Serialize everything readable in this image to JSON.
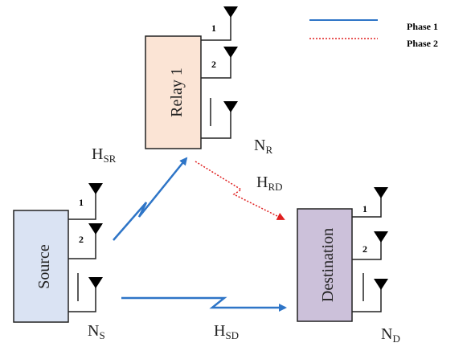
{
  "legend": {
    "phase1": {
      "label": "Phase 1",
      "color": "#2e75c7",
      "style": "solid"
    },
    "phase2": {
      "label": "Phase 2",
      "color": "#e02020",
      "style": "dotted"
    }
  },
  "nodes": {
    "relay": {
      "label": "Relay 1",
      "fill": "#fbe4d5",
      "antenna_label": "N",
      "antenna_sub": "R",
      "antenna_numbers": [
        "1",
        "2"
      ]
    },
    "source": {
      "label": "Source",
      "fill": "#dae3f3",
      "antenna_label": "N",
      "antenna_sub": "S",
      "antenna_numbers": [
        "1",
        "2"
      ]
    },
    "destination": {
      "label": "Destination",
      "fill": "#ccc1da",
      "antenna_label": "N",
      "antenna_sub": "D",
      "antenna_numbers": [
        "1",
        "2"
      ]
    }
  },
  "channels": {
    "sr": {
      "main": "H",
      "sub": "SR"
    },
    "rd": {
      "main": "H",
      "sub": "RD"
    },
    "sd": {
      "main": "H",
      "sub": "SD"
    }
  }
}
